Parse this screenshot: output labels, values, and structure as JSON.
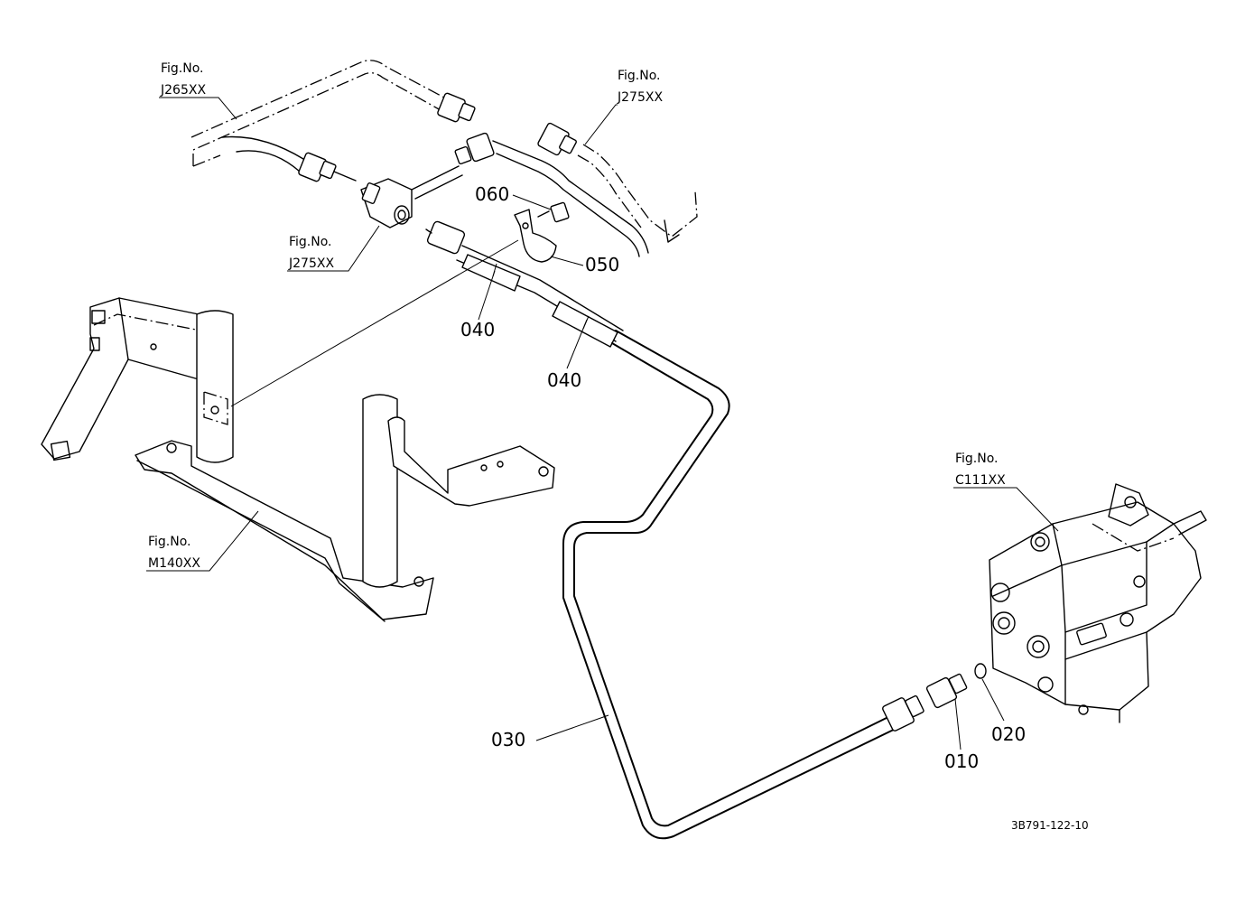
{
  "figure_refs": [
    {
      "prefix": "Fig.No.",
      "code": "J265XX"
    },
    {
      "prefix": "Fig.No.",
      "code": "J275XX"
    },
    {
      "prefix": "Fig.No.",
      "code": "J275XX"
    },
    {
      "prefix": "Fig.No.",
      "code": "M140XX"
    },
    {
      "prefix": "Fig.No.",
      "code": "C111XX"
    }
  ],
  "callouts": {
    "part_060": "060",
    "part_050": "050",
    "part_040_a": "040",
    "part_040_b": "040",
    "part_030": "030",
    "part_020": "020",
    "part_010": "010"
  },
  "drawing_code": "3B791-122-10"
}
